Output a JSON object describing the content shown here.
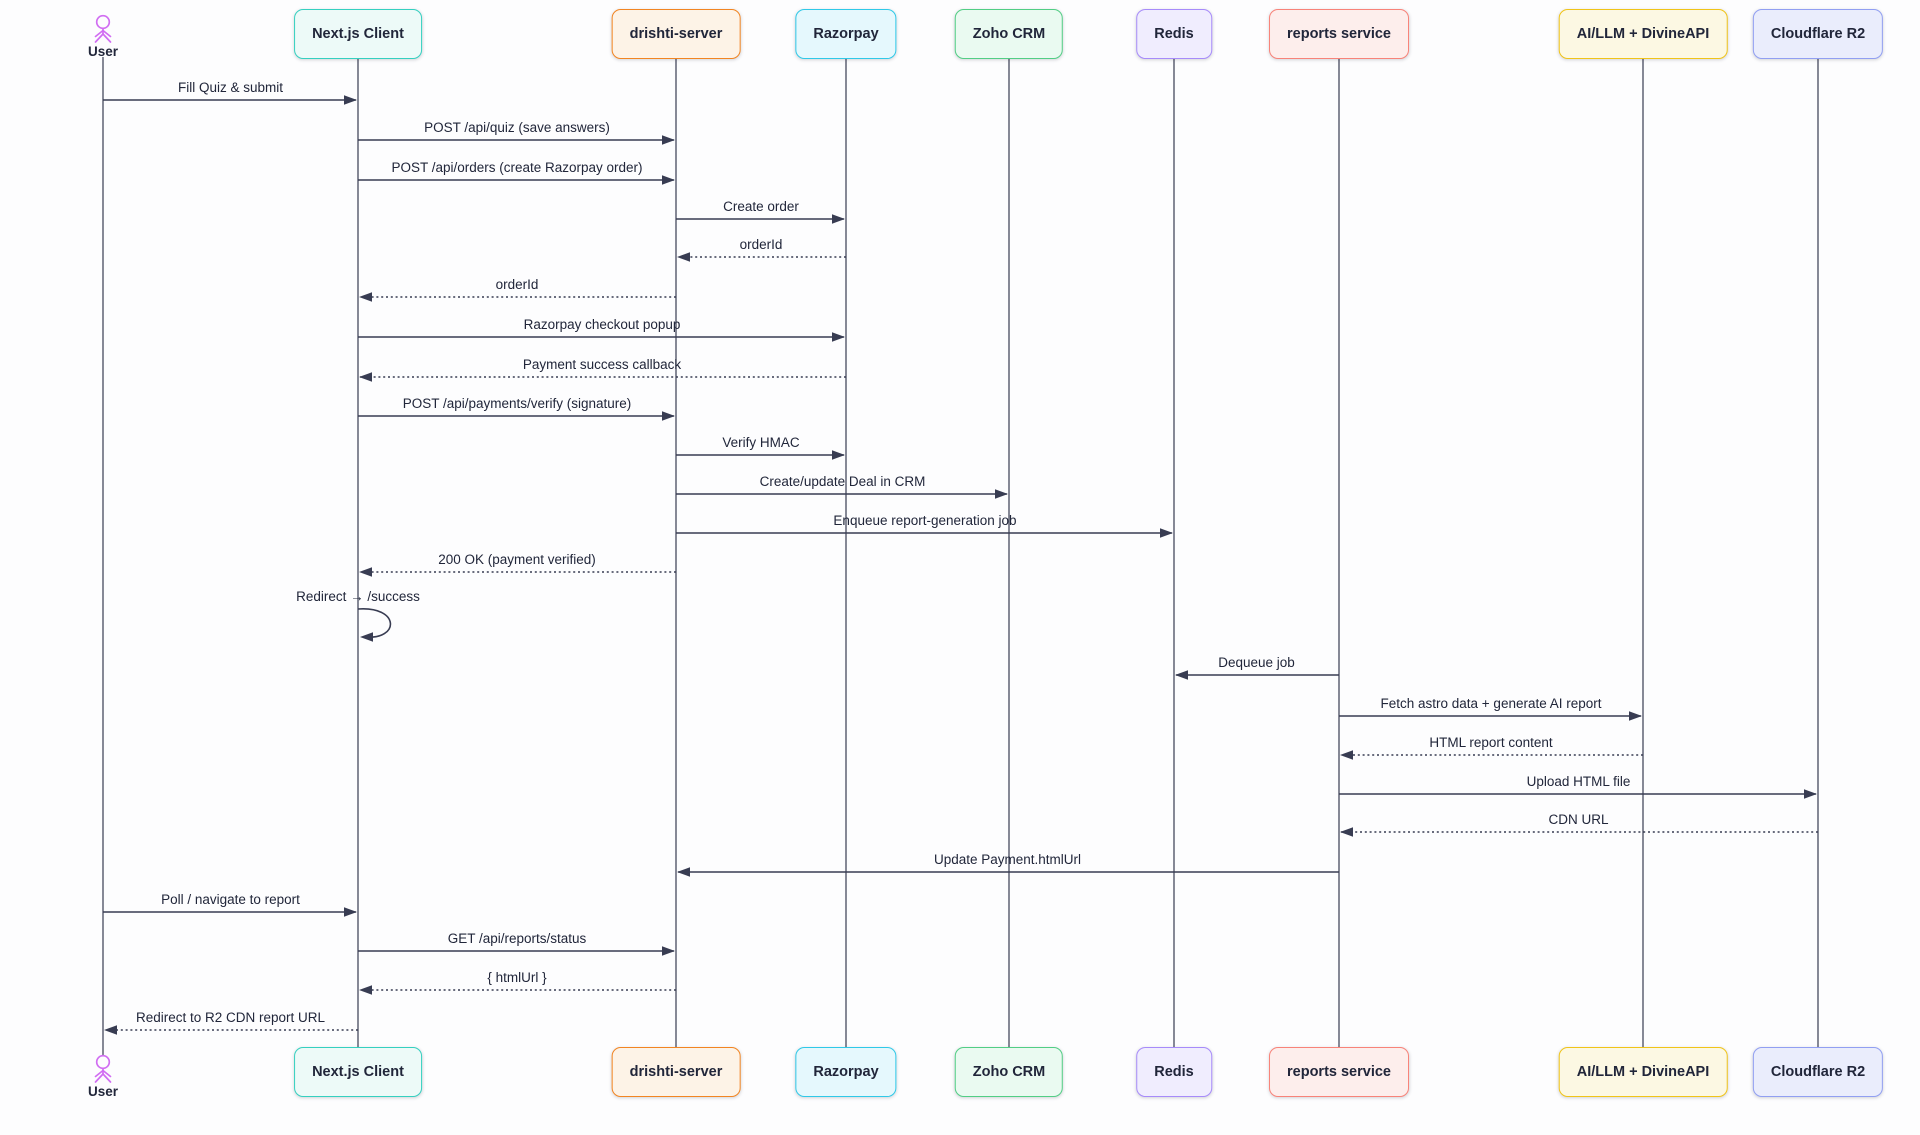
{
  "diagram": {
    "type": "sequence-diagram",
    "theme": {
      "background": "#fdfdfe",
      "line_color": "#383c52",
      "text_color": "#21263a",
      "actor_color": "#d16ef2"
    },
    "participants": [
      {
        "id": "user",
        "name": "User",
        "kind": "actor",
        "color": "#d16ef2"
      },
      {
        "id": "nextjs",
        "name": "Next.js Client",
        "kind": "box",
        "border": "#35d0c0",
        "fill": "#edfaf8"
      },
      {
        "id": "drishti",
        "name": "drishti-server",
        "kind": "box",
        "border": "#f28522",
        "fill": "#fdf3e7"
      },
      {
        "id": "razorpay",
        "name": "Razorpay",
        "kind": "box",
        "border": "#2fc9e8",
        "fill": "#e5f8fd"
      },
      {
        "id": "zoho",
        "name": "Zoho CRM",
        "kind": "box",
        "border": "#52ce85",
        "fill": "#eafaf1"
      },
      {
        "id": "redis",
        "name": "Redis",
        "kind": "box",
        "border": "#a78bfa",
        "fill": "#f0edfe"
      },
      {
        "id": "reports",
        "name": "reports service",
        "kind": "box",
        "border": "#f88379",
        "fill": "#fdeeec"
      },
      {
        "id": "ai",
        "name": "AI/LLM + DivineAPI",
        "kind": "box",
        "border": "#f0c419",
        "fill": "#fcf8e3"
      },
      {
        "id": "r2",
        "name": "Cloudflare R2",
        "kind": "box",
        "border": "#919ff2",
        "fill": "#eaedfc"
      }
    ],
    "messages": [
      {
        "from": "user",
        "to": "nextjs",
        "label": "Fill Quiz & submit",
        "style": "solid"
      },
      {
        "from": "nextjs",
        "to": "drishti",
        "label": "POST /api/quiz (save answers)",
        "style": "solid"
      },
      {
        "from": "nextjs",
        "to": "drishti",
        "label": "POST /api/orders (create Razorpay order)",
        "style": "solid"
      },
      {
        "from": "drishti",
        "to": "razorpay",
        "label": "Create order",
        "style": "solid"
      },
      {
        "from": "razorpay",
        "to": "drishti",
        "label": "orderId",
        "style": "dashed"
      },
      {
        "from": "drishti",
        "to": "nextjs",
        "label": "orderId",
        "style": "dashed"
      },
      {
        "from": "nextjs",
        "to": "razorpay",
        "label": "Razorpay checkout popup",
        "style": "solid"
      },
      {
        "from": "razorpay",
        "to": "nextjs",
        "label": "Payment success callback",
        "style": "dashed"
      },
      {
        "from": "nextjs",
        "to": "drishti",
        "label": "POST /api/payments/verify (signature)",
        "style": "solid"
      },
      {
        "from": "drishti",
        "to": "razorpay",
        "label": "Verify HMAC",
        "style": "solid"
      },
      {
        "from": "drishti",
        "to": "zoho",
        "label": "Create/update Deal in CRM",
        "style": "solid"
      },
      {
        "from": "drishti",
        "to": "redis",
        "label": "Enqueue report-generation job",
        "style": "solid"
      },
      {
        "from": "drishti",
        "to": "nextjs",
        "label": "200 OK (payment verified)",
        "style": "dashed"
      },
      {
        "from": "nextjs",
        "to": "nextjs",
        "label": "Redirect → /success",
        "style": "solid",
        "self": true
      },
      {
        "from": "reports",
        "to": "redis",
        "label": "Dequeue job",
        "style": "solid"
      },
      {
        "from": "reports",
        "to": "ai",
        "label": "Fetch astro data + generate AI report",
        "style": "solid"
      },
      {
        "from": "ai",
        "to": "reports",
        "label": "HTML report content",
        "style": "dashed"
      },
      {
        "from": "reports",
        "to": "r2",
        "label": "Upload HTML file",
        "style": "solid"
      },
      {
        "from": "r2",
        "to": "reports",
        "label": "CDN URL",
        "style": "dashed"
      },
      {
        "from": "reports",
        "to": "drishti",
        "label": "Update Payment.htmlUrl",
        "style": "solid"
      },
      {
        "from": "user",
        "to": "nextjs",
        "label": "Poll / navigate to report",
        "style": "solid"
      },
      {
        "from": "nextjs",
        "to": "drishti",
        "label": "GET /api/reports/status",
        "style": "solid"
      },
      {
        "from": "drishti",
        "to": "nextjs",
        "label": "{ htmlUrl }",
        "style": "dashed"
      },
      {
        "from": "nextjs",
        "to": "user",
        "label": "Redirect to R2 CDN report URL",
        "style": "dashed"
      }
    ]
  }
}
